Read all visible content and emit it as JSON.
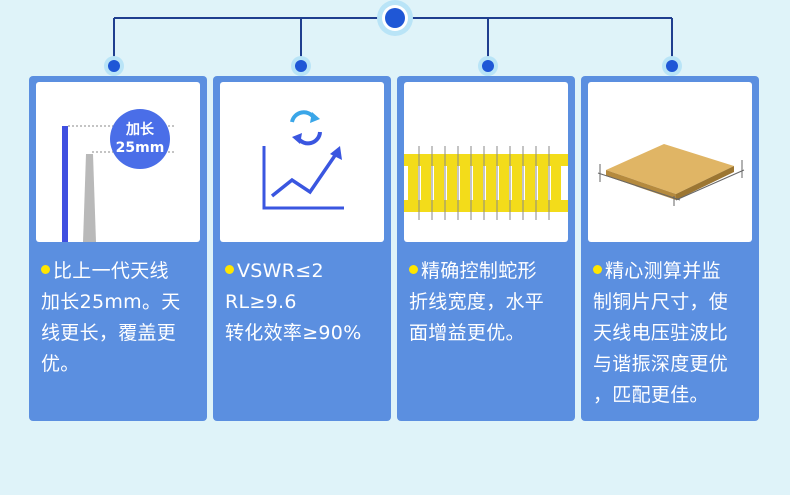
{
  "colors": {
    "background": "#dff3f9",
    "card": "#5b8fe0",
    "connector_line": "#1f3e8f",
    "node": "#1f57d6",
    "bullet": "#ffe600"
  },
  "cards": [
    {
      "icon": "antenna-extension-illustration",
      "badge_line1": "加长",
      "badge_line2": "25mm",
      "text": "比上一代天线\n加长25mm。天\n线更长，覆盖更\n优。"
    },
    {
      "icon": "rising-chart-refresh-icon",
      "text": "VSWR≤2\nRL≥9.6\n转化效率≥90%"
    },
    {
      "icon": "serpentine-trace-illustration",
      "text": "精确控制蛇形\n折线宽度，水平\n面增益更优。"
    },
    {
      "icon": "copper-plate-illustration",
      "text": "精心测算并监\n制铜片尺寸，使\n天线电压驻波比\n与谐振深度更优\n，匹配更佳。"
    }
  ]
}
